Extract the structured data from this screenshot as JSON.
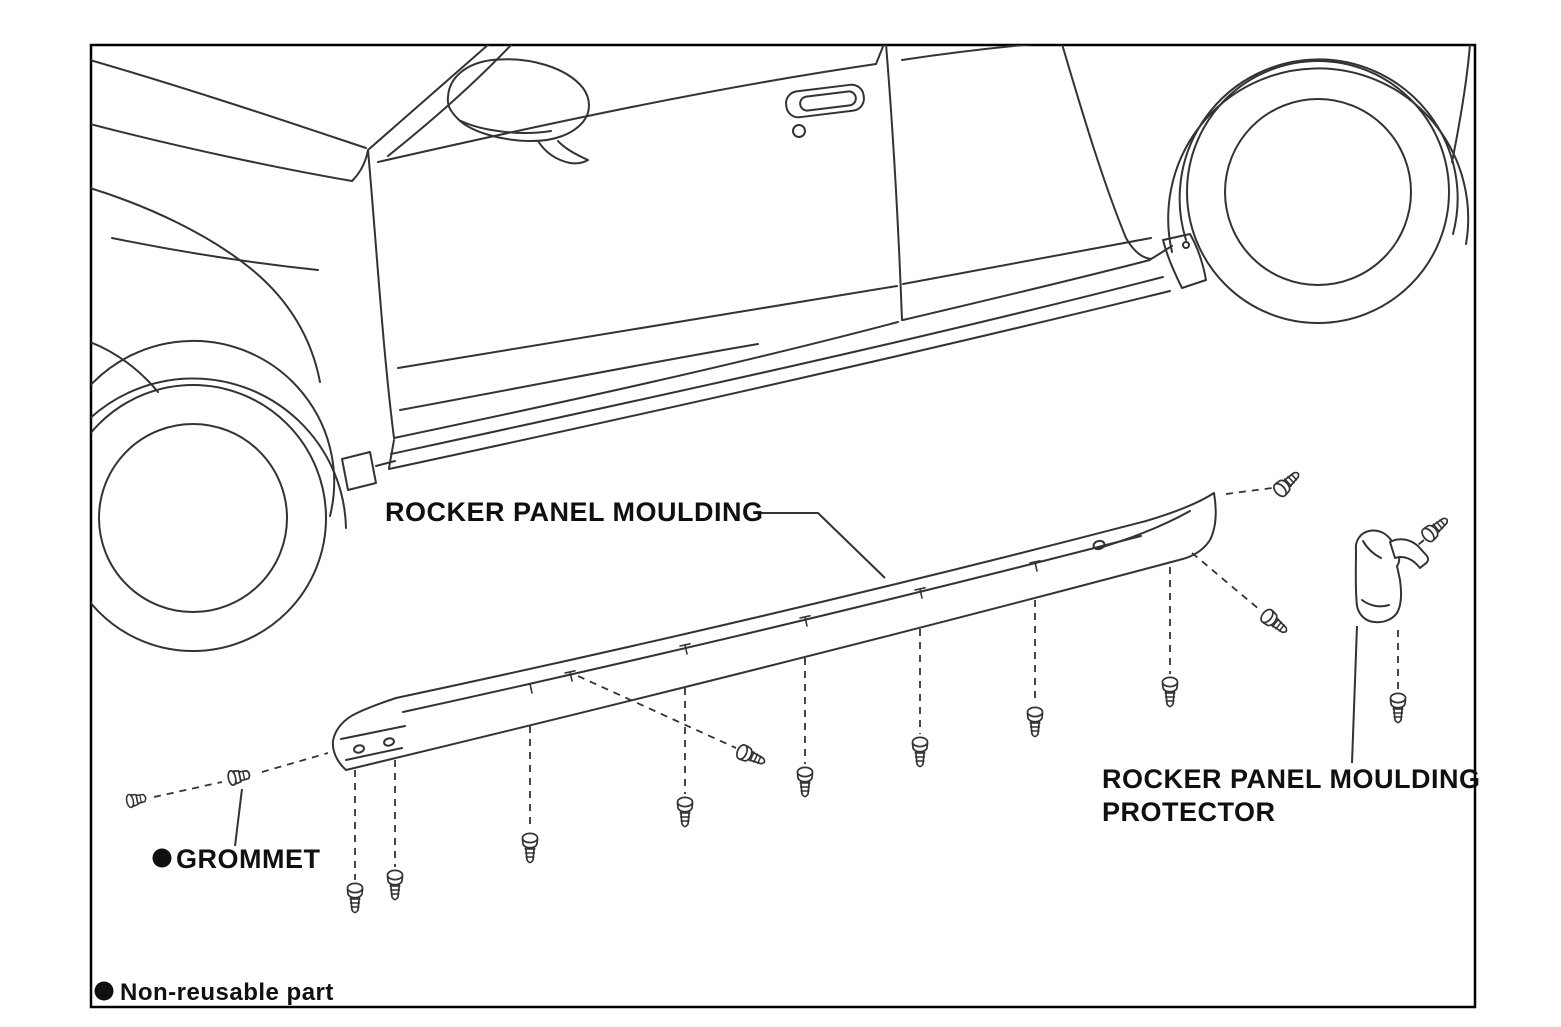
{
  "diagram": {
    "labels": {
      "moulding": "ROCKER PANEL MOULDING",
      "protector_line1": "ROCKER PANEL MOULDING",
      "protector_line2": "PROTECTOR",
      "grommet": "GROMMET"
    },
    "legend": {
      "non_reusable": "Non-reusable part"
    },
    "colors": {
      "line": "#333333",
      "text": "#101010",
      "background": "#ffffff"
    }
  }
}
